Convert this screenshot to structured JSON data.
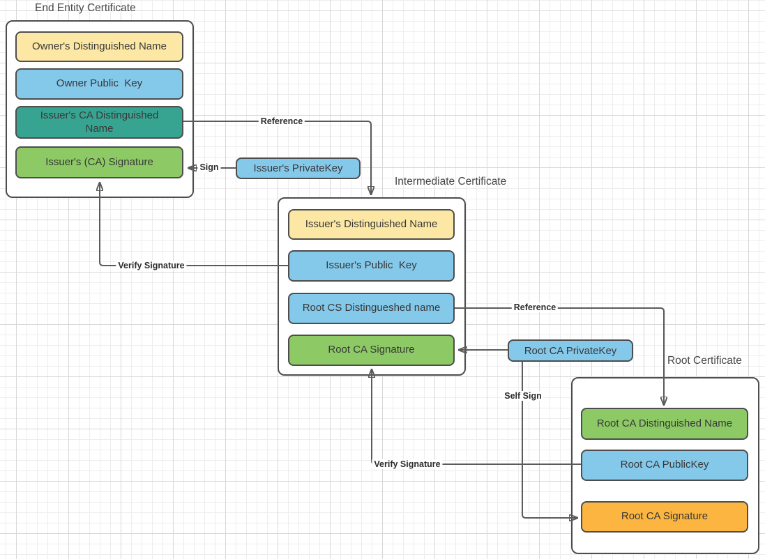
{
  "colors": {
    "yellow": "#fce8a4",
    "blue": "#84c8ea",
    "teal": "#37a492",
    "green": "#8dca66",
    "orange": "#fbb540",
    "box_border": "#4d4d4d",
    "edge_line": "#5b5b5b"
  },
  "groups": [
    {
      "title": "End Entity Certificate",
      "fields": [
        {
          "label": "Owner's Distinguished Name",
          "color": "yellow"
        },
        {
          "label": "Owner Public  Key",
          "color": "blue"
        },
        {
          "label": "Issuer's CA Distinguished Name",
          "color": "teal"
        },
        {
          "label": "Issuer's (CA) Signature",
          "color": "green"
        }
      ]
    },
    {
      "title": "Intermediate Certificate",
      "fields": [
        {
          "label": "Issuer's Distinguished Name",
          "color": "yellow"
        },
        {
          "label": "Issuer's Public  Key",
          "color": "blue"
        },
        {
          "label": "Root CS Distingueshed name",
          "color": "blue"
        },
        {
          "label": "Root CA Signature",
          "color": "green"
        }
      ]
    },
    {
      "title": "Root Certificate",
      "fields": [
        {
          "label": "Root CA Distinguished Name",
          "color": "green"
        },
        {
          "label": "Root CA PublicKey",
          "color": "blue"
        },
        {
          "label": "Root CA Signature",
          "color": "orange"
        }
      ]
    }
  ],
  "key_nodes": [
    {
      "label": "Issuer's PrivateKey",
      "color": "blue"
    },
    {
      "label": "Root CA PrivateKey",
      "color": "blue"
    }
  ],
  "connections": [
    {
      "label": "Reference",
      "from": "Issuer's CA Distinguished Name",
      "to": "Intermediate Certificate"
    },
    {
      "label": "Sign",
      "from": "Issuer's PrivateKey",
      "to": "Issuer's (CA) Signature"
    },
    {
      "label": "Verify Signature",
      "from": "Issuer's Public  Key",
      "to": "Issuer's (CA) Signature"
    },
    {
      "label": "Reference",
      "from": "Root CS Distingueshed name",
      "to": "Root CA Distinguished Name"
    },
    {
      "label": "",
      "from": "Root CA PrivateKey",
      "to": "Root CA Signature (Intermediate Certificate)"
    },
    {
      "label": "Self Sign",
      "from": "Root CA PrivateKey",
      "to": "Root CA Signature (Root Certificate)"
    },
    {
      "label": "Verify Signature",
      "from": "Root CA PublicKey",
      "to": "Root CA Signature (Intermediate Certificate)"
    }
  ]
}
